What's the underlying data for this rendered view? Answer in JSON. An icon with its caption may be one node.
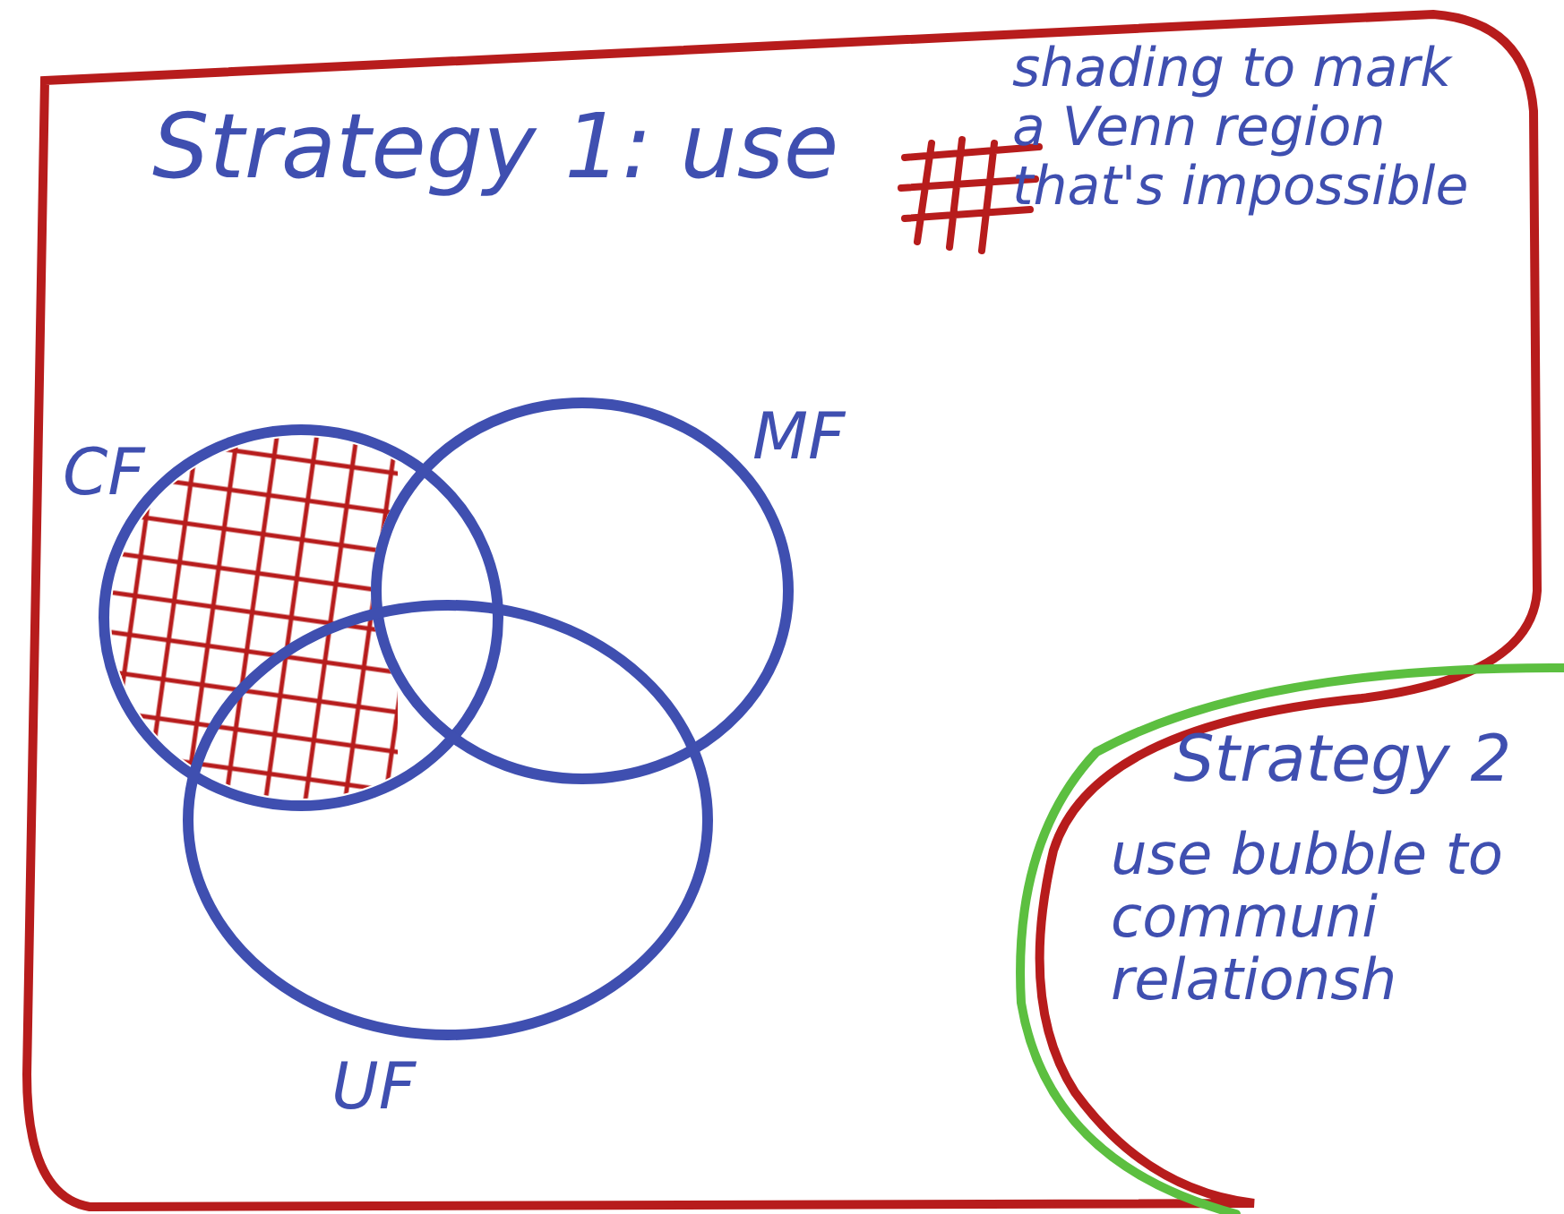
{
  "diagram": {
    "nodes": [
      {
        "text": [
          "Strategy 1: use",
          "shading to mark a Venn region that's impossible"
        ]
      },
      {
        "text": [
          "CF"
        ],
        "in": 0
      },
      {
        "text": [
          "MF"
        ],
        "in": 0
      },
      {
        "text": [
          "UF"
        ],
        "in": 0
      },
      {
        "text": [
          "Strategy 2",
          "use bubble to communi relationsh"
        ]
      }
    ],
    "edges": []
  }
}
